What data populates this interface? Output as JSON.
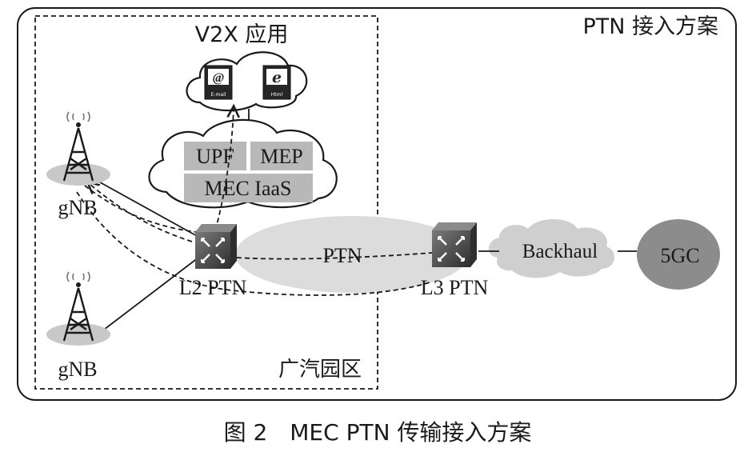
{
  "diagram": {
    "scheme_title": "PTN 接入方案",
    "area_label": "广汽园区",
    "v2x_label": "V2X 应用",
    "app_icons": [
      {
        "symbol": "@",
        "caption": "E-mail"
      },
      {
        "symbol": "e",
        "caption": "Html"
      }
    ],
    "mec_cells": {
      "upf": "UPF",
      "mep": "MEP",
      "iaas": "MEC IaaS"
    },
    "gnb_top": "gNB",
    "gnb_bottom": "gNB",
    "l2_ptn": "L2 PTN",
    "ptn": "PTN",
    "l3_ptn": "L3 PTN",
    "backhaul": "Backhaul",
    "core": "5GC"
  },
  "caption": "图 2　MEC PTN 传输接入方案",
  "colors": {
    "frame": "#1a1a1a",
    "ptn_oval": "#dcdcdc",
    "mec_cell": "#b8b8b8",
    "router": "#4a4a4a",
    "core": "#8c8c8c",
    "backhaul_cloud": "#cfcfcf"
  }
}
